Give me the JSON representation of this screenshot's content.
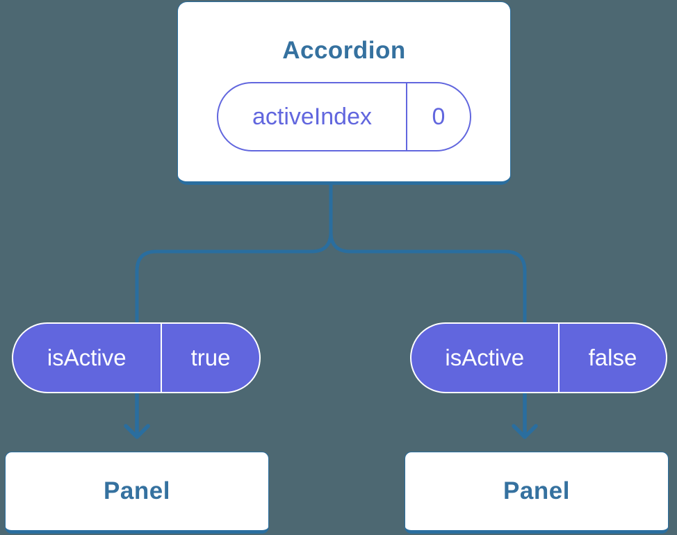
{
  "canvas": {
    "background_color": "#4d6872"
  },
  "colors": {
    "connector_blue": "#2a6e9f",
    "title_text_blue": "#35719f",
    "pill_purple": "#6166de",
    "pill_text_white": "#ffffff",
    "card_white": "#ffffff"
  },
  "diagram": {
    "root": {
      "title": "Accordion",
      "state": {
        "label": "activeIndex",
        "value": "0"
      }
    },
    "props": [
      {
        "label": "isActive",
        "value": "true"
      },
      {
        "label": "isActive",
        "value": "false"
      }
    ],
    "children": [
      {
        "title": "Panel"
      },
      {
        "title": "Panel"
      }
    ]
  }
}
